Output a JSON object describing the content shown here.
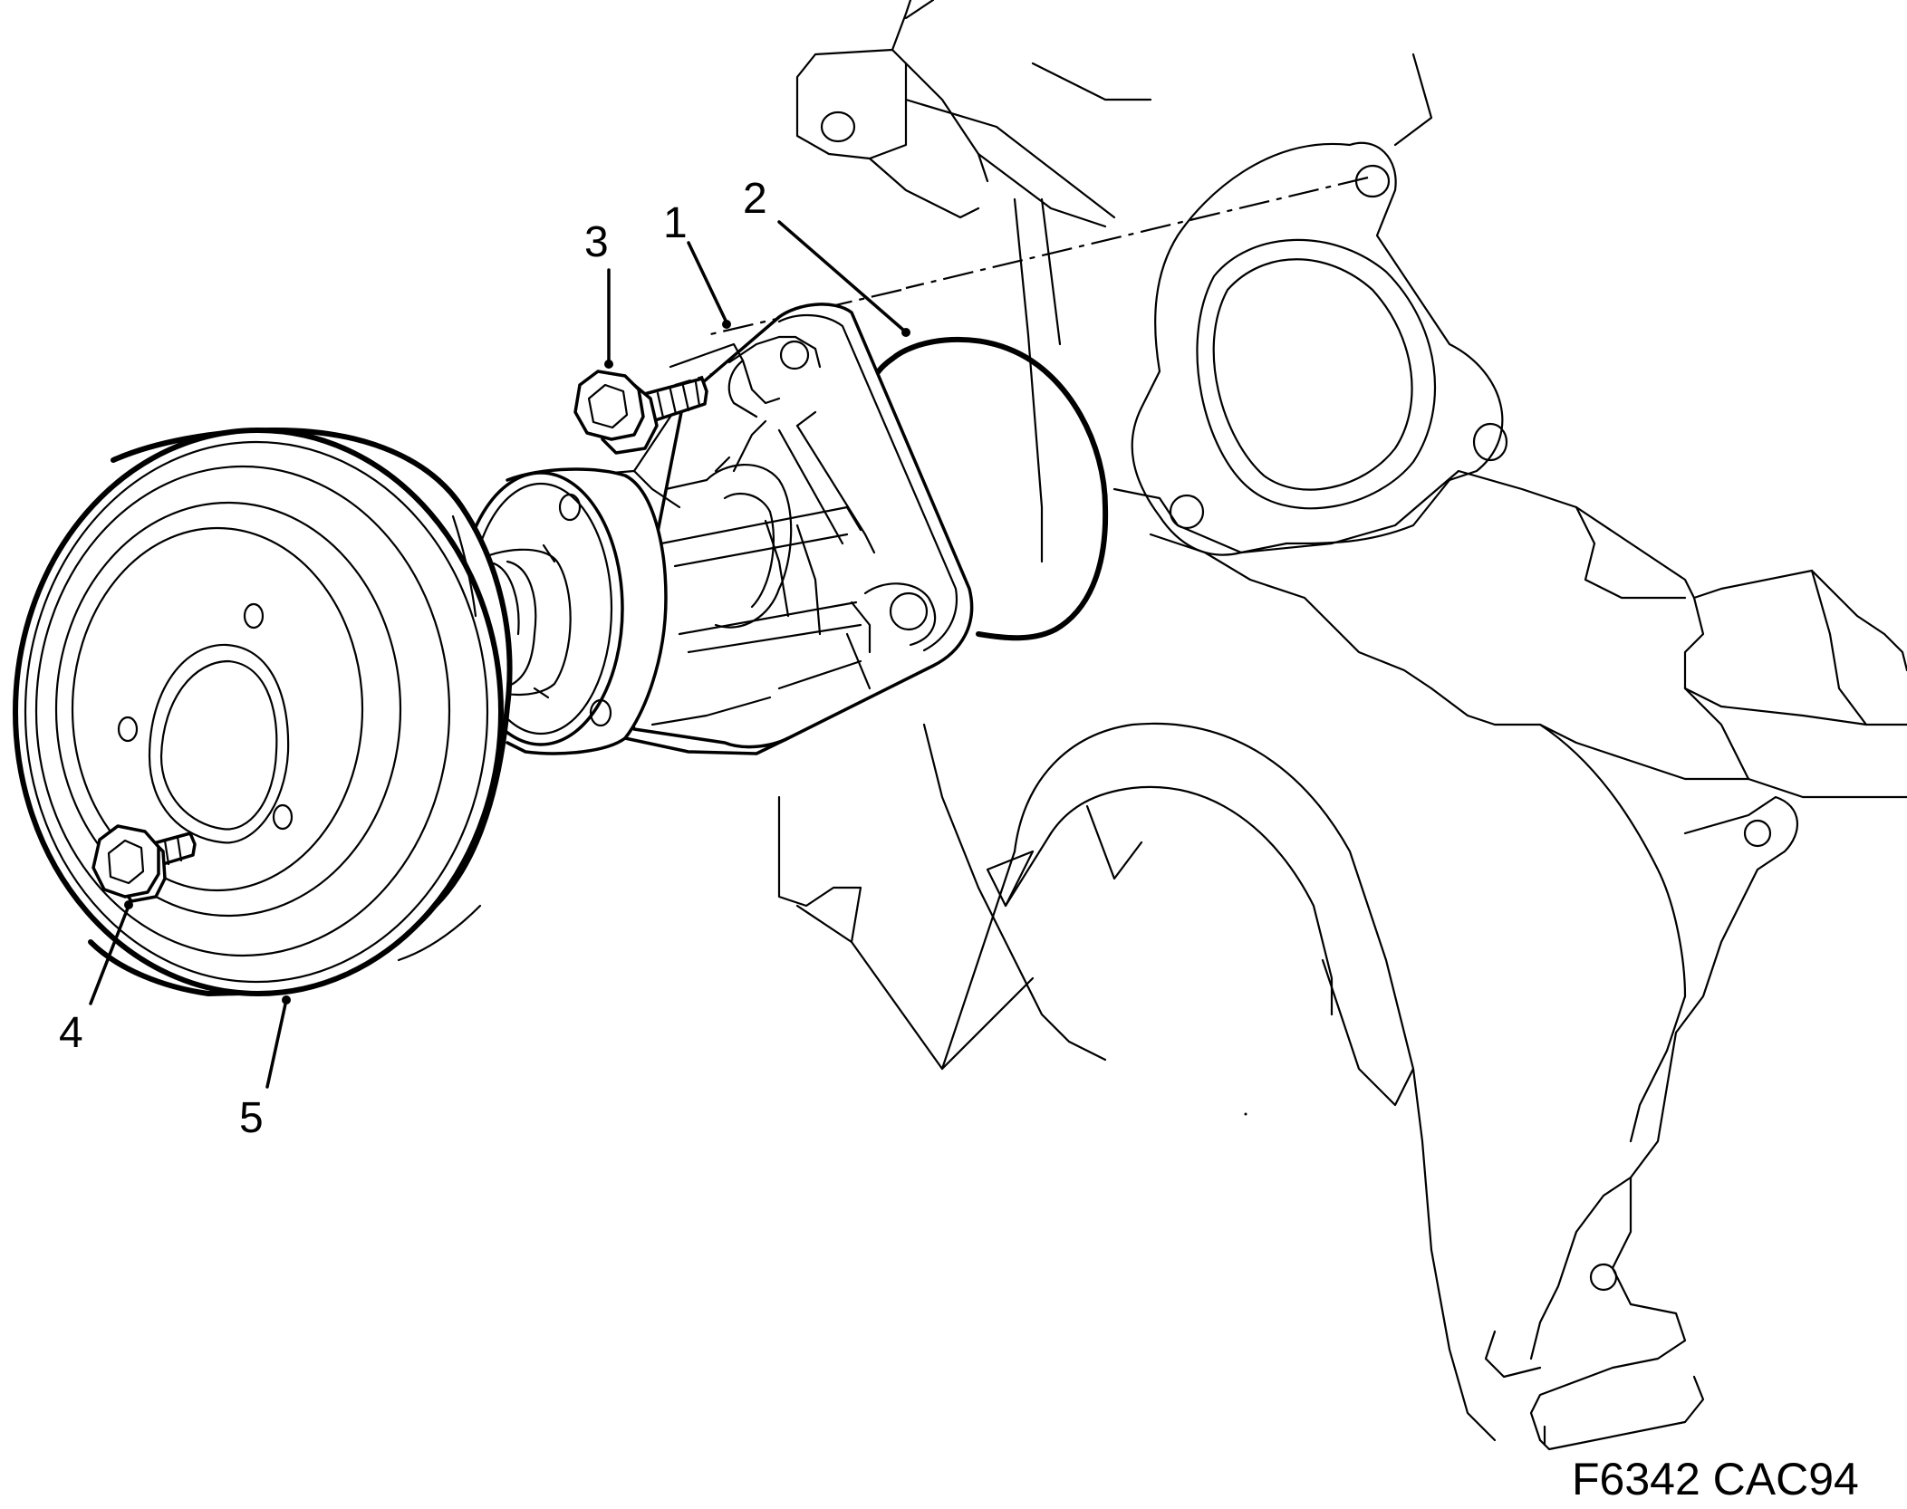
{
  "diagram": {
    "callouts": [
      {
        "id": "1",
        "label": "1"
      },
      {
        "id": "2",
        "label": "2"
      },
      {
        "id": "3",
        "label": "3"
      },
      {
        "id": "4",
        "label": "4"
      },
      {
        "id": "5",
        "label": "5"
      }
    ],
    "figure_reference": "F6342 CAC94"
  }
}
